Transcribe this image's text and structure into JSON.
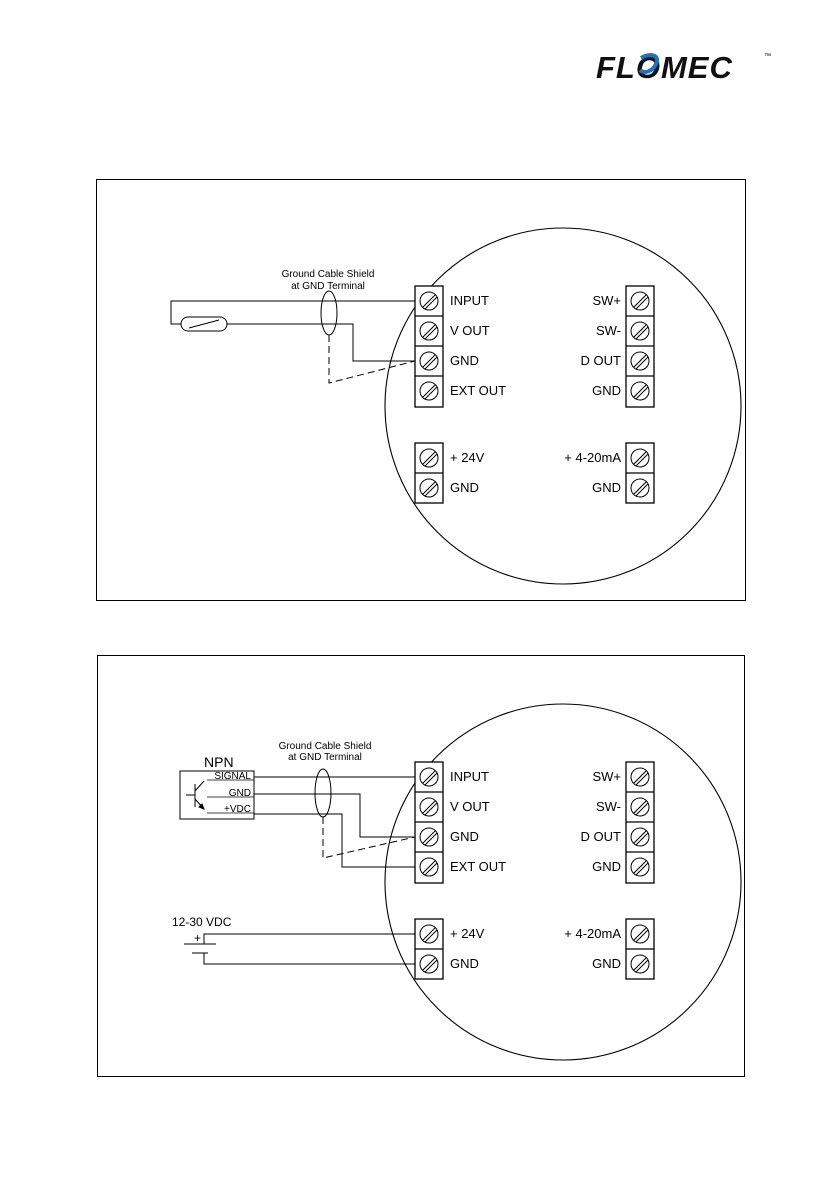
{
  "brand": {
    "logo_text": "FLOMEC",
    "trademark": "™",
    "color": "#111111",
    "accent": "#1b75bc"
  },
  "diagrams": [
    {
      "shield_label_line1": "Ground Cable Shield",
      "shield_label_line2": "at GND Terminal",
      "left_terminals": [
        "INPUT",
        "V OUT",
        "GND",
        "EXT OUT"
      ],
      "right_terminals": [
        "SW+",
        "SW-",
        "D OUT",
        "GND"
      ],
      "power_left": [
        "+ 24V",
        "GND"
      ],
      "power_right": [
        "+ 4-20mA",
        "GND"
      ]
    },
    {
      "shield_label_line1": "Ground Cable Shield",
      "shield_label_line2": "at GND Terminal",
      "sensor_type": "NPN",
      "sensor_pins": [
        "SIGNAL",
        "GND",
        "+VDC"
      ],
      "supply_label": "12-30 VDC",
      "supply_plus": "+",
      "left_terminals": [
        "INPUT",
        "V OUT",
        "GND",
        "EXT OUT"
      ],
      "right_terminals": [
        "SW+",
        "SW-",
        "D OUT",
        "GND"
      ],
      "power_left": [
        "+ 24V",
        "GND"
      ],
      "power_right": [
        "+ 4-20mA",
        "GND"
      ]
    }
  ]
}
